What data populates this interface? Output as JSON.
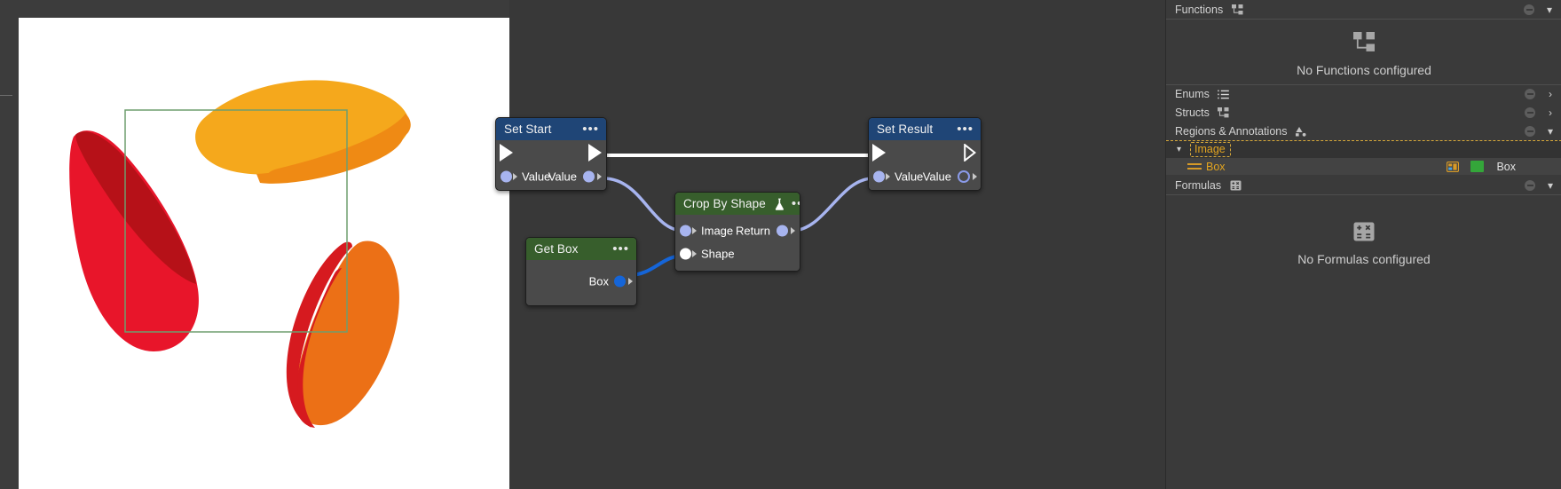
{
  "viewer": {
    "name": "image-viewer",
    "background": "#ffffff",
    "selection_rect_color": "#6e9e6e",
    "shapes": [
      {
        "name": "yellow-petal",
        "fill": "#f5a81c"
      },
      {
        "name": "orange-petal-top",
        "fill": "#ef8a14"
      },
      {
        "name": "red-petal-left",
        "fill": "#e8152a"
      },
      {
        "name": "dark-red-petal",
        "fill": "#b61118"
      },
      {
        "name": "orange-petal-right",
        "fill": "#ec7016"
      },
      {
        "name": "red-petal-right",
        "fill": "#d61a1f"
      }
    ]
  },
  "graph": {
    "background": "#383838",
    "exec_wire_color": "#ffffff",
    "data_wire_color": "#a7b4ef",
    "box_wire_color": "#1565d8",
    "nodes": [
      {
        "id": "set-start",
        "title": "Set Start",
        "header_color": "#1f4576",
        "menu_icon": "ellipsis-icon",
        "inputs": [
          {
            "label": "Value",
            "port": "lavender-dot"
          }
        ],
        "outputs": [
          {
            "label": "Value",
            "port": "lavender-dot"
          }
        ],
        "exec_in": "exec-arrow-filled",
        "exec_out": "exec-arrow-filled"
      },
      {
        "id": "get-box",
        "title": "Get Box",
        "header_color": "#375e2c",
        "menu_icon": "ellipsis-icon",
        "inputs": [],
        "outputs": [
          {
            "label": "Box",
            "port": "blue-dot"
          }
        ]
      },
      {
        "id": "crop-by-shape",
        "title": "Crop By Shape",
        "header_color": "#375e2c",
        "badge_icon": "flask-icon",
        "menu_icon": "ellipsis-icon",
        "inputs": [
          {
            "label": "Image",
            "port": "lavender-dot"
          },
          {
            "label": "Shape",
            "port": "white-dot"
          }
        ],
        "outputs": [
          {
            "label": "Return",
            "port": "lavender-dot"
          }
        ]
      },
      {
        "id": "set-result",
        "title": "Set Result",
        "header_color": "#1f4576",
        "menu_icon": "ellipsis-icon",
        "inputs": [
          {
            "label": "Value",
            "port": "lavender-dot"
          }
        ],
        "outputs": [
          {
            "label": "Value",
            "port": "lavender-hollow-dot"
          }
        ],
        "exec_in": "exec-arrow-filled",
        "exec_out": "exec-arrow-hollow"
      }
    ]
  },
  "panel": {
    "sections": [
      {
        "id": "functions",
        "label": "Functions",
        "icon": "hierarchy-icon",
        "collapse_icon": "minus-circle-icon",
        "expand_icon": "chevron-down-icon",
        "empty_text": "No Functions configured",
        "empty_icon": "hierarchy-icon"
      },
      {
        "id": "enums",
        "label": "Enums",
        "icon": "numbered-list-icon",
        "collapse_icon": "minus-circle-icon",
        "expand_icon": "chevron-right-icon"
      },
      {
        "id": "structs",
        "label": "Structs",
        "icon": "hierarchy-icon",
        "collapse_icon": "minus-circle-icon",
        "expand_icon": "chevron-right-icon"
      },
      {
        "id": "regions",
        "label": "Regions & Annotations",
        "icon": "shapes-icon",
        "collapse_icon": "minus-circle-icon",
        "expand_icon": "chevron-down-icon"
      },
      {
        "id": "formulas",
        "label": "Formulas",
        "icon": "formula-icon",
        "collapse_icon": "minus-circle-icon",
        "expand_icon": "chevron-down-icon",
        "empty_text": "No Formulas configured",
        "empty_icon": "formula-icon"
      }
    ],
    "tree": {
      "root": {
        "label": "Image",
        "selected": true,
        "disclosure": "chevron-down-icon"
      },
      "children": [
        {
          "label": "Box",
          "icon": "equals-icon",
          "type_icon": "region-icon",
          "color_swatch": "#34a63a",
          "right_label": "Box"
        }
      ]
    }
  }
}
